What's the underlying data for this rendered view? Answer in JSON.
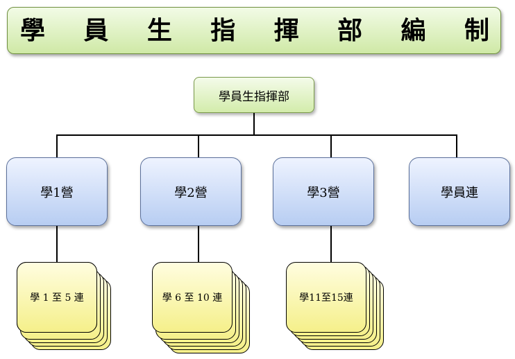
{
  "banner": {
    "chars": [
      "學",
      "員",
      "生",
      "指",
      "揮",
      "部",
      "編",
      "制"
    ]
  },
  "hq": {
    "label": "學員生指揮部"
  },
  "units": [
    {
      "label": "學1營",
      "sub": "學 1 至 5 連"
    },
    {
      "label": "學2營",
      "sub": "學 6 至 10 連"
    },
    {
      "label": "學3營",
      "sub": "學11至15連"
    },
    {
      "label": "學員連"
    }
  ],
  "colors": {
    "banner_fill": "#cfe9a6",
    "unit_fill": "#b7cdf2",
    "company_fill": "#f5f08a"
  }
}
